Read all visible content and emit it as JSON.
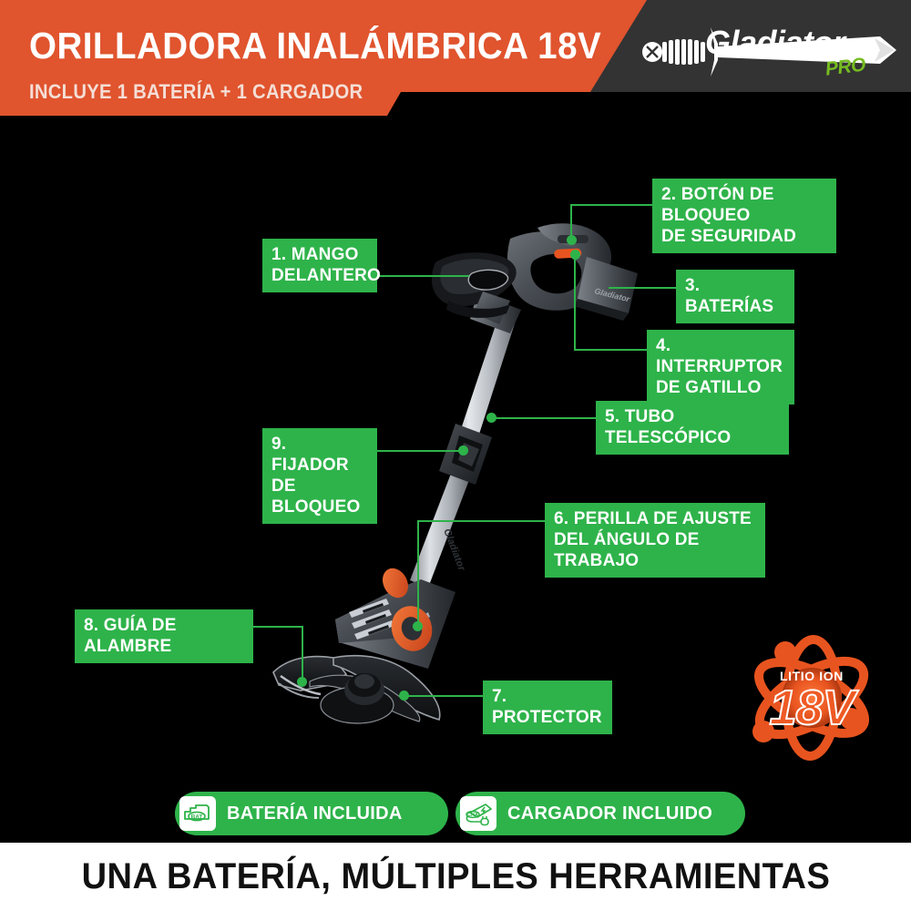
{
  "header": {
    "title": "ORILLADORA INALÁMBRICA 18V",
    "subtitle": "INCLUYE 1 BATERÍA + 1 CARGADOR",
    "brand": "Gladiator",
    "brand_suffix": "PRO",
    "colors": {
      "orange": "#e0542e",
      "dark": "#333333",
      "green": "#2eb34a",
      "brand_green": "#76bc21"
    }
  },
  "callouts": [
    {
      "id": 1,
      "text": "1. MANGO\nDELANTERO"
    },
    {
      "id": 2,
      "text": "2. BOTÓN DE BLOQUEO\nDE SEGURIDAD"
    },
    {
      "id": 3,
      "text": "3. BATERÍAS"
    },
    {
      "id": 4,
      "text": "4. INTERRUPTOR\nDE GATILLO"
    },
    {
      "id": 5,
      "text": "5. TUBO TELESCÓPICO"
    },
    {
      "id": 6,
      "text": "6. PERILLA DE AJUSTE\nDEL ÁNGULO DE TRABAJO"
    },
    {
      "id": 7,
      "text": "7. PROTECTOR"
    },
    {
      "id": 8,
      "text": "8. GUÍA DE ALAMBRE"
    },
    {
      "id": 9,
      "text": "9. FIJADOR\nDE BLOQUEO"
    }
  ],
  "badge": {
    "top_label": "LITIO ION",
    "voltage": "18V",
    "color": "#ef5a24"
  },
  "pills": [
    {
      "label": "BATERÍA INCLUIDA",
      "icon_text": "BAT",
      "icon": "battery-icon"
    },
    {
      "label": "CARGADOR INCLUIDO",
      "icon_text": "CHA",
      "icon": "charger-icon"
    }
  ],
  "footer": {
    "tagline": "UNA BATERÍA, MÚLTIPLES HERRAMIENTAS"
  },
  "product": {
    "shaft_brand": "Gladiator"
  }
}
